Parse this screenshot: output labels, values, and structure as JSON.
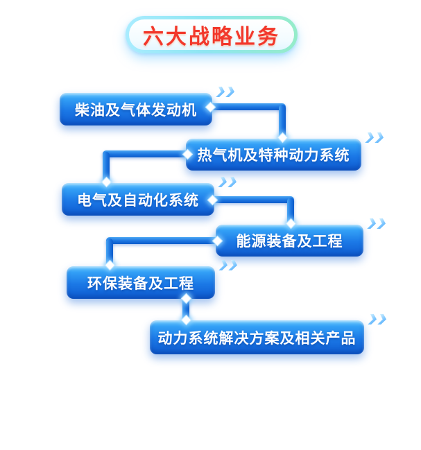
{
  "title": {
    "text": "六大战略业务"
  },
  "nodes": [
    {
      "label": "柴油及气体发动机"
    },
    {
      "label": "热气机及特种动力系统"
    },
    {
      "label": "电气及自动化系统"
    },
    {
      "label": "能源装备及工程"
    },
    {
      "label": "环保装备及工程"
    },
    {
      "label": "动力系统解决方案及相关产品"
    }
  ],
  "colors": {
    "node_gradient_top": "#6fcbff",
    "node_gradient_bottom": "#0e5bd0",
    "connector_blue": "#1b74e0",
    "title_text": "#f2382b",
    "banner_border_cyan": "#a9ecff",
    "banner_border_green": "#95ecc9",
    "chevron_blue": "#79c4ff"
  }
}
